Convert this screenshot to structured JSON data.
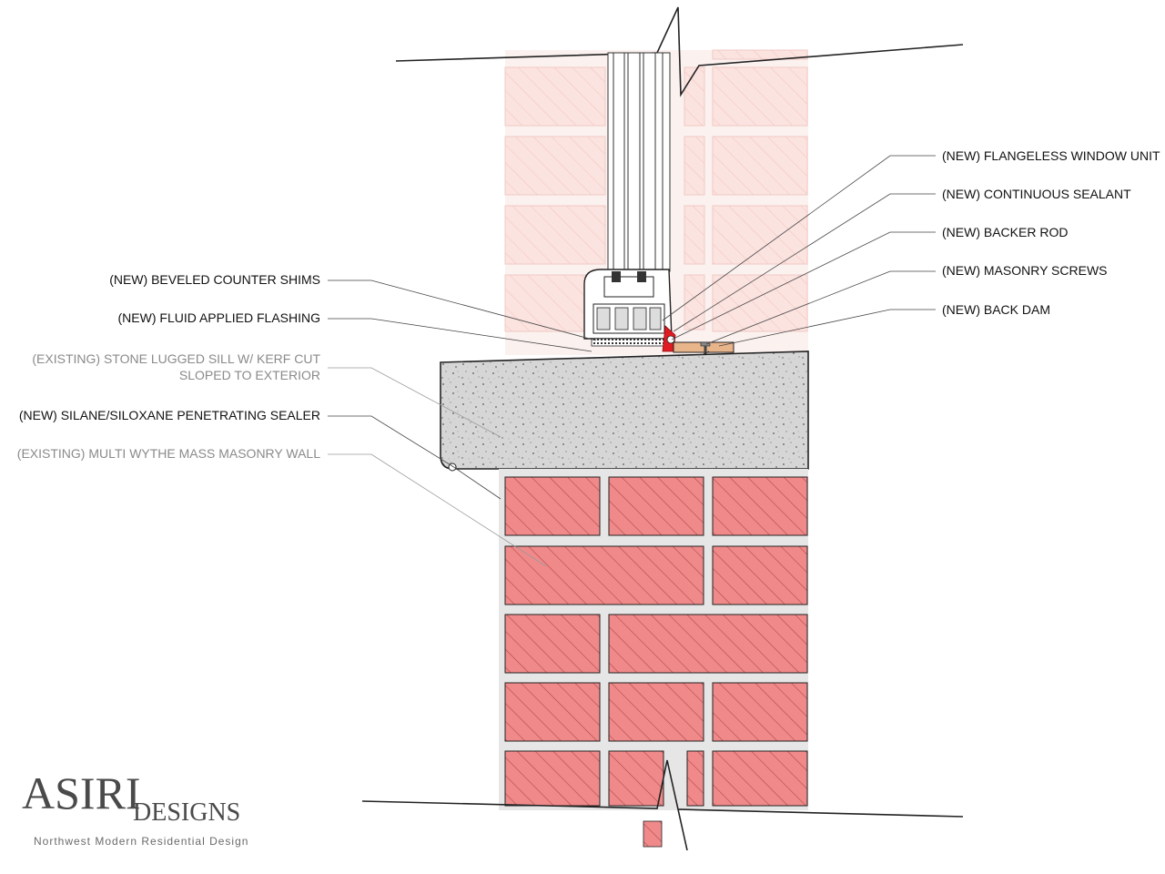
{
  "callouts_left": [
    {
      "id": "shims",
      "lines": [
        "(NEW) BEVELED COUNTER SHIMS"
      ],
      "status": "new"
    },
    {
      "id": "flashing",
      "lines": [
        "(NEW) FLUID APPLIED FLASHING"
      ],
      "status": "new"
    },
    {
      "id": "stone-sill",
      "lines": [
        "(EXISTING) STONE LUGGED SILL W/ KERF CUT",
        "SLOPED TO EXTERIOR"
      ],
      "status": "existing"
    },
    {
      "id": "sealer",
      "lines": [
        "(NEW) SILANE/SILOXANE PENETRATING SEALER"
      ],
      "status": "new"
    },
    {
      "id": "masonry-wall",
      "lines": [
        "(EXISTING) MULTI WYTHE MASS MASONRY WALL"
      ],
      "status": "existing"
    }
  ],
  "callouts_right": [
    {
      "id": "window-unit",
      "label": "(NEW) FLANGELESS WINDOW UNIT"
    },
    {
      "id": "sealant",
      "label": "(NEW) CONTINUOUS SEALANT"
    },
    {
      "id": "backer-rod",
      "label": "(NEW) BACKER ROD"
    },
    {
      "id": "screws",
      "label": "(NEW) MASONRY SCREWS"
    },
    {
      "id": "back-dam",
      "label": "(NEW) BACK DAM"
    }
  ],
  "logo": {
    "brand_main": "ASIRI",
    "brand_sub": "DESIGNS",
    "tagline": "Northwest Modern Residential Design"
  },
  "colors": {
    "brick": "#f08a8a",
    "brick_light": "#fbe3e0",
    "mortar": "#e6e6e6",
    "stone": "#d4d4d4",
    "sealant": "#e01b24",
    "back_dam_wood": "#e8b48a",
    "existing_text": "#8a8a8a",
    "new_text": "#111111"
  }
}
